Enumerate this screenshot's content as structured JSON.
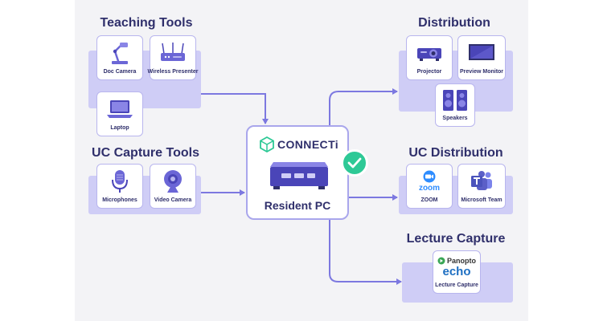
{
  "groups": {
    "teaching_tools": {
      "title": "Teaching Tools",
      "items": [
        {
          "label": "Doc Camera",
          "icon": "doc-camera-icon"
        },
        {
          "label": "Wireless Presenter",
          "icon": "wireless-presenter-icon"
        },
        {
          "label": "Laptop",
          "icon": "laptop-icon"
        }
      ]
    },
    "uc_capture_tools": {
      "title": "UC Capture Tools",
      "items": [
        {
          "label": "Microphones",
          "icon": "microphone-icon"
        },
        {
          "label": "Video Camera",
          "icon": "webcam-icon"
        }
      ]
    },
    "distribution": {
      "title": "Distribution",
      "items": [
        {
          "label": "Projector",
          "icon": "projector-icon"
        },
        {
          "label": "Preview Monitor",
          "icon": "monitor-icon"
        },
        {
          "label": "Speakers",
          "icon": "speakers-icon"
        }
      ]
    },
    "uc_distribution": {
      "title": "UC Distribution",
      "items": [
        {
          "label": "ZOOM",
          "icon": "zoom-icon",
          "logo_text": "zoom"
        },
        {
          "label": "Microsoft Team",
          "icon": "microsoft-teams-icon"
        }
      ]
    },
    "lecture_capture": {
      "title": "Lecture Capture",
      "items": [
        {
          "label": "Lecture Capture",
          "icon": "panopto-echo-icon",
          "logo_text": "Panopto",
          "logo_text_2": "echo"
        }
      ]
    }
  },
  "hub": {
    "brand": "CONNECTi",
    "title": "Resident PC",
    "icon": "mini-pc-icon",
    "status_icon": "check-circle-icon"
  },
  "colors": {
    "panel": "#cfcdf6",
    "connector": "#7c78e0",
    "title_text": "#2f2f6b",
    "check": "#2ec996",
    "zoom": "#2d8cff",
    "teams": "#5b5fc7"
  }
}
